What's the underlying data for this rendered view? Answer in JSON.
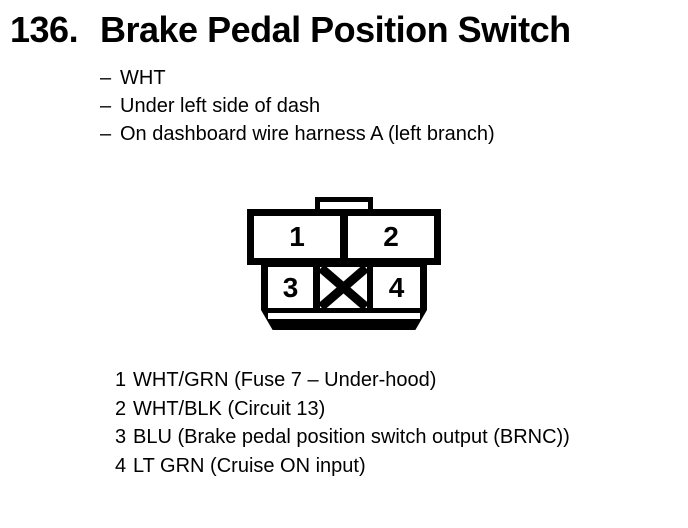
{
  "colors": {
    "ink": "#000000",
    "paper": "#ffffff"
  },
  "header": {
    "number": "136.",
    "title": "Brake Pedal Position Switch"
  },
  "details": [
    {
      "dash": "–",
      "text": "WHT"
    },
    {
      "dash": "–",
      "text": "Under left side of dash"
    },
    {
      "dash": "–",
      "text": "On dashboard wire harness A (left branch)"
    }
  ],
  "connector": {
    "type": "4-cavity connector, face view",
    "cavities": [
      "1",
      "2",
      "3",
      "4"
    ],
    "blocked_cavity": "X (keyed cavity between 3 and 4)"
  },
  "pins": [
    {
      "number": "1",
      "description": "WHT/GRN (Fuse 7 – Under-hood)"
    },
    {
      "number": "2",
      "description": "WHT/BLK (Circuit 13)"
    },
    {
      "number": "3",
      "description": "BLU (Brake pedal position switch output (BRNC))"
    },
    {
      "number": "4",
      "description": "LT GRN (Cruise ON input)"
    }
  ]
}
